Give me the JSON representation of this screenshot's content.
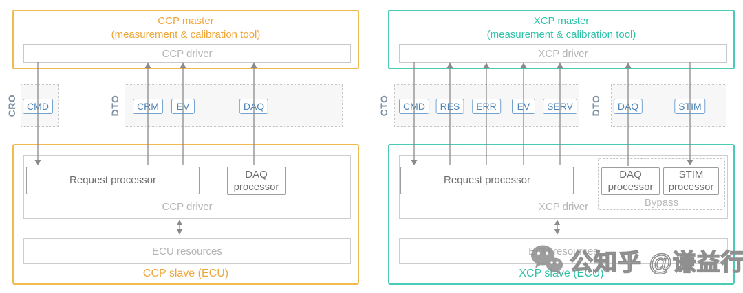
{
  "colors": {
    "ccp_accent": "#EFA73B",
    "ccp_border": "#F0BA4F",
    "xcp_accent": "#2EC3A9",
    "xcp_border": "#49CBB5",
    "chip_blue": "#4C86BA",
    "muted_grey": "#B4B4B4",
    "connector_grey": "#8A8A8A"
  },
  "ccp": {
    "master_title_line1": "CCP master",
    "master_title_line2": "(measurement & calibration tool)",
    "master_driver_label": "CCP driver",
    "cro_label": "CRO",
    "dto_label": "DTO",
    "chips": {
      "cmd": "CMD",
      "crm": "CRM",
      "ev": "EV",
      "daq": "DAQ"
    },
    "request_processor_label": "Request processor",
    "daq_processor_label": "DAQ processor",
    "slave_driver_label": "CCP driver",
    "ecu_resources_label": "ECU resources",
    "slave_title": "CCP slave (ECU)"
  },
  "xcp": {
    "master_title_line1": "XCP master",
    "master_title_line2": "(measurement & calibration tool)",
    "master_driver_label": "XCP driver",
    "cto_label": "CTO",
    "dto_label": "DTO",
    "chips": {
      "cmd": "CMD",
      "res": "RES",
      "err": "ERR",
      "ev": "EV",
      "serv": "SERV",
      "daq": "DAQ",
      "stim": "STIM"
    },
    "request_processor_label": "Request processor",
    "daq_processor_label": "DAQ processor",
    "stim_processor_label": "STIM processor",
    "bypass_label": "Bypass",
    "slave_driver_label": "XCP driver",
    "ecu_resources_label": "ECU resources",
    "slave_title": "XCP slave (ECU)"
  },
  "watermark": {
    "icon": "wechat-icon",
    "text": "公知乎 @谦益行"
  }
}
